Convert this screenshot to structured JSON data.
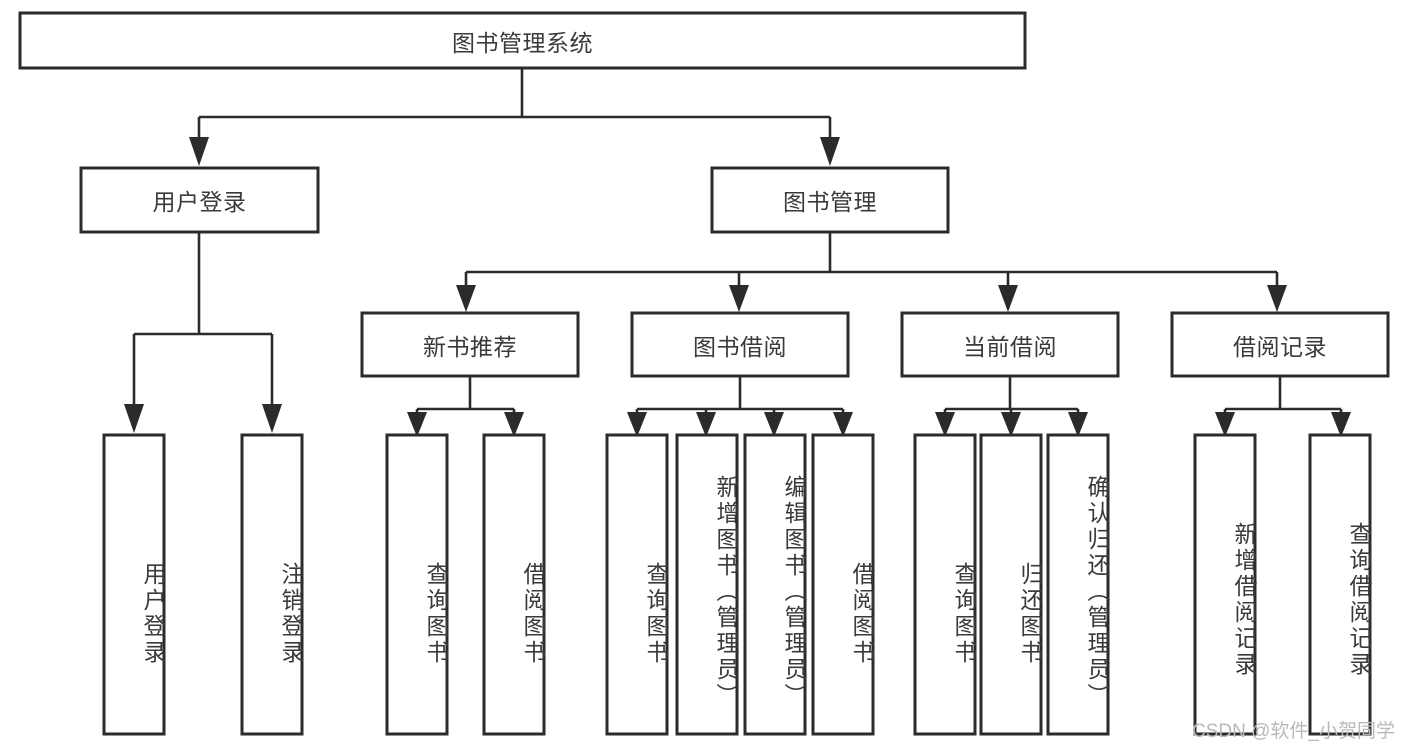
{
  "diagram": {
    "title": "图书管理系统",
    "type": "hierarchy-tree",
    "orientation": "top-down",
    "levels": 4,
    "colors": {
      "box_border": "#2b2b2b",
      "box_fill": "#ffffff",
      "connector": "#2b2b2b",
      "text": "#3a3a3a",
      "watermark": "#b9b9b9",
      "background": "#ffffff"
    }
  },
  "root": {
    "id": "root",
    "label": "图书管理系统"
  },
  "level2": [
    {
      "id": "user-login",
      "label": "用户登录"
    },
    {
      "id": "book-manage",
      "label": "图书管理"
    }
  ],
  "level3": [
    {
      "id": "new-book-recommend",
      "label": "新书推荐"
    },
    {
      "id": "book-borrow",
      "label": "图书借阅"
    },
    {
      "id": "current-borrow",
      "label": "当前借阅"
    },
    {
      "id": "borrow-record",
      "label": "借阅记录"
    }
  ],
  "leaves": {
    "user_login": [
      {
        "id": "leaf-user-login",
        "label": "用户登录"
      },
      {
        "id": "leaf-logout-login",
        "label": "注销登录"
      }
    ],
    "new_book_recommend": [
      {
        "id": "leaf-query-book-1",
        "label": "查询图书"
      },
      {
        "id": "leaf-borrow-book-1",
        "label": "借阅图书"
      }
    ],
    "book_borrow": [
      {
        "id": "leaf-query-book-2",
        "label": "查询图书"
      },
      {
        "id": "leaf-add-book",
        "label": "新增图书（管理员）"
      },
      {
        "id": "leaf-edit-book",
        "label": "编辑图书（管理员）"
      },
      {
        "id": "leaf-borrow-book-2",
        "label": "借阅图书"
      }
    ],
    "current_borrow": [
      {
        "id": "leaf-query-book-3",
        "label": "查询图书"
      },
      {
        "id": "leaf-return-book",
        "label": "归还图书"
      },
      {
        "id": "leaf-confirm-return",
        "label": "确认归还（管理员）"
      }
    ],
    "borrow_record": [
      {
        "id": "leaf-add-record",
        "label": "新增借阅记录"
      },
      {
        "id": "leaf-query-record",
        "label": "查询借阅记录"
      }
    ]
  },
  "watermark": {
    "text": "CSDN @软件_小贺同学"
  }
}
